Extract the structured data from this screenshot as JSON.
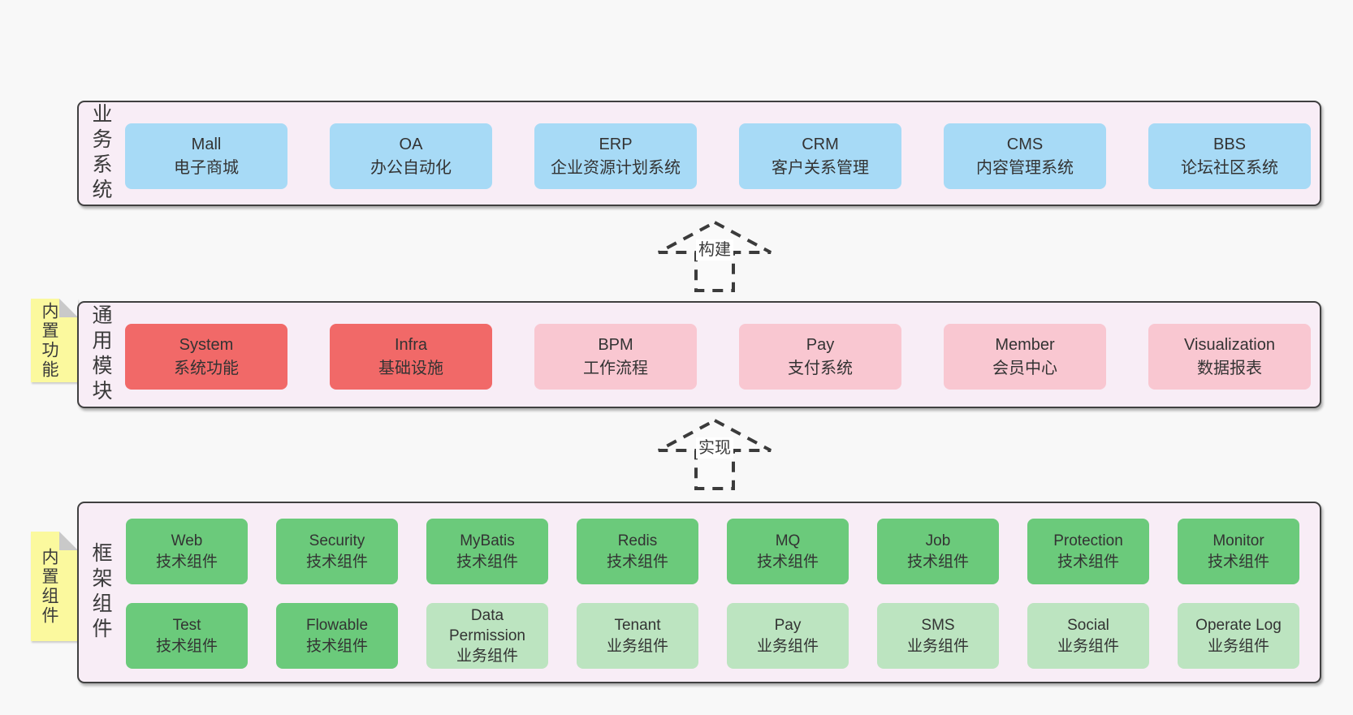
{
  "colors": {
    "page-bg": "#f8f8f8",
    "panel-bg": "#f8edf6",
    "panel-border": "#404040",
    "text": "#333333",
    "blue": "#a7daf6",
    "red": "#f16968",
    "pink": "#f9c7d1",
    "green": "#6bca7b",
    "green-light": "#bce4c0",
    "yellow": "#fbf99e",
    "fold": "#c9c9c9",
    "arrow-line": "#3b3b3b",
    "arrow-fill": "#fafafa"
  },
  "panels": {
    "business": {
      "side_label": "业务系统",
      "boxes": [
        {
          "en": "Mall",
          "zh": "电子商城",
          "variant": "blue"
        },
        {
          "en": "OA",
          "zh": "办公自动化",
          "variant": "blue"
        },
        {
          "en": "ERP",
          "zh": "企业资源计划系统",
          "variant": "blue"
        },
        {
          "en": "CRM",
          "zh": "客户关系管理",
          "variant": "blue"
        },
        {
          "en": "CMS",
          "zh": "内容管理系统",
          "variant": "blue"
        },
        {
          "en": "BBS",
          "zh": "论坛社区系统",
          "variant": "blue"
        }
      ]
    },
    "modules": {
      "side_label": "通用模块",
      "sticky_note": "内置功能",
      "boxes": [
        {
          "en": "System",
          "zh": "系统功能",
          "variant": "red"
        },
        {
          "en": "Infra",
          "zh": "基础设施",
          "variant": "red"
        },
        {
          "en": "BPM",
          "zh": "工作流程",
          "variant": "pink"
        },
        {
          "en": "Pay",
          "zh": "支付系统",
          "variant": "pink"
        },
        {
          "en": "Member",
          "zh": "会员中心",
          "variant": "pink"
        },
        {
          "en": "Visualization",
          "zh": "数据报表",
          "variant": "pink"
        }
      ]
    },
    "components": {
      "side_label": "框架组件",
      "sticky_note": "内置组件",
      "rows": [
        [
          {
            "en": "Web",
            "zh": "技术组件",
            "variant": "green"
          },
          {
            "en": "Security",
            "zh": "技术组件",
            "variant": "green"
          },
          {
            "en": "MyBatis",
            "zh": "技术组件",
            "variant": "green"
          },
          {
            "en": "Redis",
            "zh": "技术组件",
            "variant": "green"
          },
          {
            "en": "MQ",
            "zh": "技术组件",
            "variant": "green"
          },
          {
            "en": "Job",
            "zh": "技术组件",
            "variant": "green"
          },
          {
            "en": "Protection",
            "zh": "技术组件",
            "variant": "green"
          },
          {
            "en": "Monitor",
            "zh": "技术组件",
            "variant": "green"
          }
        ],
        [
          {
            "en": "Test",
            "zh": "技术组件",
            "variant": "green"
          },
          {
            "en": "Flowable",
            "zh": "技术组件",
            "variant": "green"
          },
          {
            "en": "Data Permission",
            "zh": "业务组件",
            "variant": "green-light"
          },
          {
            "en": "Tenant",
            "zh": "业务组件",
            "variant": "green-light"
          },
          {
            "en": "Pay",
            "zh": "业务组件",
            "variant": "green-light"
          },
          {
            "en": "SMS",
            "zh": "业务组件",
            "variant": "green-light"
          },
          {
            "en": "Social",
            "zh": "业务组件",
            "variant": "green-light"
          },
          {
            "en": "Operate Log",
            "zh": "业务组件",
            "variant": "green-light"
          }
        ]
      ]
    }
  },
  "arrows": [
    {
      "label": "构建"
    },
    {
      "label": "实现"
    }
  ]
}
